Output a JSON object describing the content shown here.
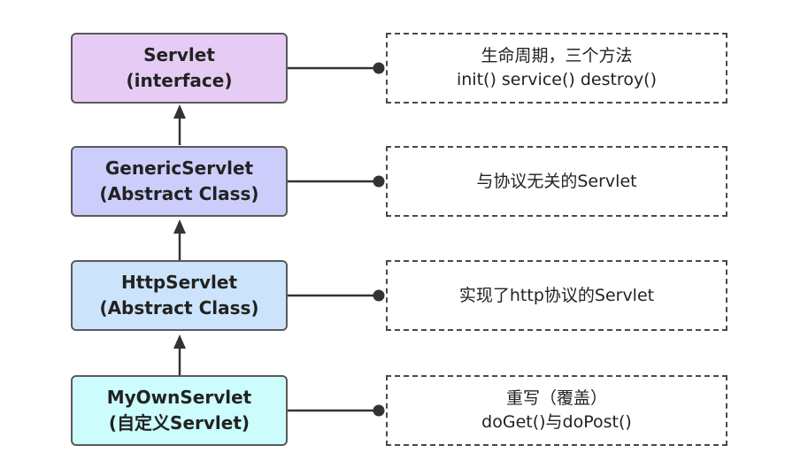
{
  "colors": {
    "servlet_fill": "#e6ccf5",
    "generic_fill": "#cccdfa",
    "http_fill": "#cce4fb",
    "myown_fill": "#ccfcfc",
    "border": "#5a5a5a",
    "connector": "#333333"
  },
  "classes": [
    {
      "name": "Servlet",
      "kind": "(interface)"
    },
    {
      "name": "GenericServlet",
      "kind": "(Abstract Class)"
    },
    {
      "name": "HttpServlet",
      "kind": "(Abstract Class)"
    },
    {
      "name": "MyOwnServlet",
      "kind": "(自定义Servlet)"
    }
  ],
  "notes": [
    {
      "line1": "生命周期，三个方法",
      "line2": "init() service() destroy()"
    },
    {
      "line1": "与协议无关的Servlet",
      "line2": ""
    },
    {
      "line1": "实现了http协议的Servlet",
      "line2": ""
    },
    {
      "line1": "重写（覆盖）",
      "line2": "doGet()与doPost()"
    }
  ]
}
